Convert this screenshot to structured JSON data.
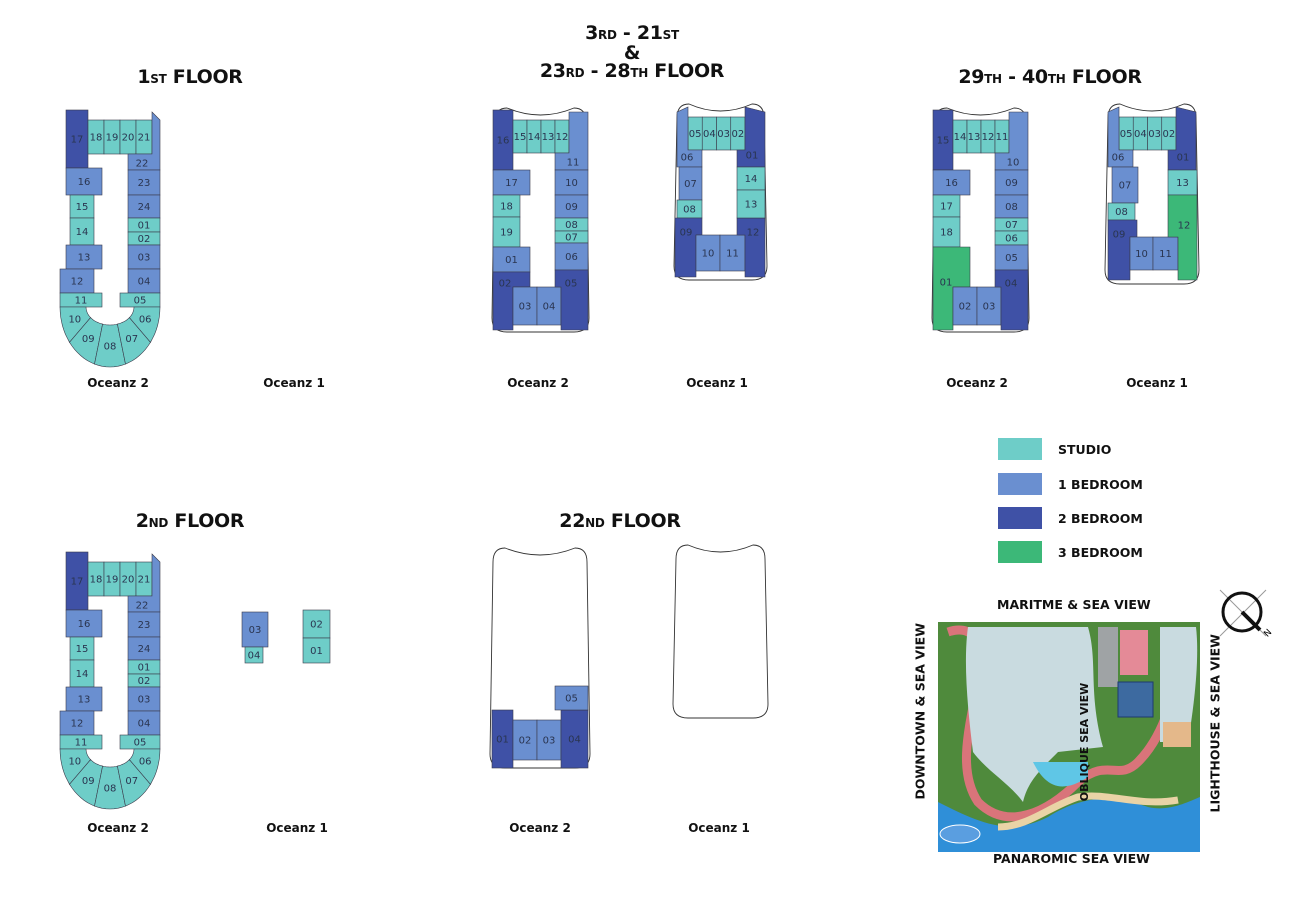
{
  "titles": {
    "floor_1": [
      {
        "t": "1"
      },
      {
        "t": "ST"
      },
      {
        "t": " FLOOR"
      }
    ],
    "floor_3_28_line1": [
      {
        "t": "3"
      },
      {
        "t": "RD"
      },
      {
        "t": " - 21"
      },
      {
        "t": "ST"
      }
    ],
    "floor_3_28_line2": "&",
    "floor_3_28_line3": [
      {
        "t": "23"
      },
      {
        "t": "RD"
      },
      {
        "t": " - 28"
      },
      {
        "t": "TH"
      },
      {
        "t": " FLOOR"
      }
    ],
    "floor_29_40": [
      {
        "t": "29"
      },
      {
        "t": "TH"
      },
      {
        "t": " - 40"
      },
      {
        "t": "TH"
      },
      {
        "t": " FLOOR"
      }
    ],
    "floor_2": [
      {
        "t": "2"
      },
      {
        "t": "ND"
      },
      {
        "t": " FLOOR"
      }
    ],
    "floor_22": [
      {
        "t": "22"
      },
      {
        "t": "ND"
      },
      {
        "t": " FLOOR"
      }
    ]
  },
  "plans": [
    {
      "id": "f1_o2",
      "caption": "Oceanz 2",
      "units": [
        {
          "n": "17",
          "t": "2br"
        },
        {
          "n": "18",
          "t": "studio"
        },
        {
          "n": "19",
          "t": "studio"
        },
        {
          "n": "20",
          "t": "studio"
        },
        {
          "n": "21",
          "t": "studio"
        },
        {
          "n": "22",
          "t": "1br"
        },
        {
          "n": "16",
          "t": "1br"
        },
        {
          "n": "15",
          "t": "studio"
        },
        {
          "n": "14",
          "t": "studio"
        },
        {
          "n": "13",
          "t": "1br"
        },
        {
          "n": "12",
          "t": "1br"
        },
        {
          "n": "11",
          "t": "studio"
        },
        {
          "n": "23",
          "t": "1br"
        },
        {
          "n": "24",
          "t": "1br"
        },
        {
          "n": "01",
          "t": "studio"
        },
        {
          "n": "02",
          "t": "studio"
        },
        {
          "n": "03",
          "t": "1br"
        },
        {
          "n": "04",
          "t": "1br"
        },
        {
          "n": "05",
          "t": "studio"
        },
        {
          "n": "10",
          "t": "studio"
        },
        {
          "n": "09",
          "t": "studio"
        },
        {
          "n": "08",
          "t": "studio"
        },
        {
          "n": "07",
          "t": "studio"
        },
        {
          "n": "06",
          "t": "studio"
        }
      ]
    },
    {
      "id": "f1_o1",
      "caption": "Oceanz 1",
      "units": []
    },
    {
      "id": "f3_o2",
      "caption": "Oceanz 2",
      "units": [
        {
          "n": "16",
          "t": "2br"
        },
        {
          "n": "15",
          "t": "studio"
        },
        {
          "n": "14",
          "t": "studio"
        },
        {
          "n": "13",
          "t": "studio"
        },
        {
          "n": "12",
          "t": "studio"
        },
        {
          "n": "11",
          "t": "1br"
        },
        {
          "n": "17",
          "t": "1br"
        },
        {
          "n": "18",
          "t": "studio"
        },
        {
          "n": "19",
          "t": "studio"
        },
        {
          "n": "01",
          "t": "1br"
        },
        {
          "n": "02",
          "t": "2br"
        },
        {
          "n": "03",
          "t": "1br"
        },
        {
          "n": "04",
          "t": "1br"
        },
        {
          "n": "10",
          "t": "1br"
        },
        {
          "n": "09",
          "t": "1br"
        },
        {
          "n": "08",
          "t": "studio"
        },
        {
          "n": "07",
          "t": "studio"
        },
        {
          "n": "06",
          "t": "1br"
        },
        {
          "n": "05",
          "t": "2br"
        }
      ]
    },
    {
      "id": "f3_o1",
      "caption": "Oceanz 1",
      "units": [
        {
          "n": "05",
          "t": "studio"
        },
        {
          "n": "04",
          "t": "studio"
        },
        {
          "n": "03",
          "t": "studio"
        },
        {
          "n": "02",
          "t": "studio"
        },
        {
          "n": "06",
          "t": "1br"
        },
        {
          "n": "01",
          "t": "2br"
        },
        {
          "n": "07",
          "t": "1br"
        },
        {
          "n": "08",
          "t": "studio"
        },
        {
          "n": "09",
          "t": "2br"
        },
        {
          "n": "10",
          "t": "1br"
        },
        {
          "n": "11",
          "t": "1br"
        },
        {
          "n": "12",
          "t": "2br"
        },
        {
          "n": "14",
          "t": "studio"
        },
        {
          "n": "13",
          "t": "studio"
        }
      ]
    },
    {
      "id": "f29_o2",
      "caption": "Oceanz 2",
      "units": [
        {
          "n": "15",
          "t": "2br"
        },
        {
          "n": "14",
          "t": "studio"
        },
        {
          "n": "13",
          "t": "studio"
        },
        {
          "n": "12",
          "t": "studio"
        },
        {
          "n": "11",
          "t": "studio"
        },
        {
          "n": "10",
          "t": "1br"
        },
        {
          "n": "16",
          "t": "1br"
        },
        {
          "n": "17",
          "t": "studio"
        },
        {
          "n": "18",
          "t": "studio"
        },
        {
          "n": "01",
          "t": "3br"
        },
        {
          "n": "02",
          "t": "1br"
        },
        {
          "n": "03",
          "t": "1br"
        },
        {
          "n": "09",
          "t": "1br"
        },
        {
          "n": "08",
          "t": "1br"
        },
        {
          "n": "07",
          "t": "studio"
        },
        {
          "n": "06",
          "t": "studio"
        },
        {
          "n": "05",
          "t": "1br"
        },
        {
          "n": "04",
          "t": "2br"
        }
      ]
    },
    {
      "id": "f29_o1",
      "caption": "Oceanz 1",
      "units": [
        {
          "n": "05",
          "t": "studio"
        },
        {
          "n": "04",
          "t": "studio"
        },
        {
          "n": "03",
          "t": "studio"
        },
        {
          "n": "02",
          "t": "studio"
        },
        {
          "n": "06",
          "t": "1br"
        },
        {
          "n": "01",
          "t": "2br"
        },
        {
          "n": "07",
          "t": "1br"
        },
        {
          "n": "08",
          "t": "studio"
        },
        {
          "n": "09",
          "t": "2br"
        },
        {
          "n": "10",
          "t": "1br"
        },
        {
          "n": "11",
          "t": "1br"
        },
        {
          "n": "13",
          "t": "studio"
        },
        {
          "n": "12",
          "t": "3br"
        }
      ]
    },
    {
      "id": "f2_o2",
      "caption": "Oceanz 2",
      "units": [
        {
          "n": "17",
          "t": "2br"
        },
        {
          "n": "18",
          "t": "studio"
        },
        {
          "n": "19",
          "t": "studio"
        },
        {
          "n": "20",
          "t": "studio"
        },
        {
          "n": "21",
          "t": "studio"
        },
        {
          "n": "22",
          "t": "1br"
        },
        {
          "n": "16",
          "t": "1br"
        },
        {
          "n": "15",
          "t": "studio"
        },
        {
          "n": "14",
          "t": "studio"
        },
        {
          "n": "13",
          "t": "1br"
        },
        {
          "n": "12",
          "t": "1br"
        },
        {
          "n": "11",
          "t": "studio"
        },
        {
          "n": "23",
          "t": "1br"
        },
        {
          "n": "24",
          "t": "1br"
        },
        {
          "n": "01",
          "t": "studio"
        },
        {
          "n": "02",
          "t": "studio"
        },
        {
          "n": "03",
          "t": "1br"
        },
        {
          "n": "04",
          "t": "1br"
        },
        {
          "n": "05",
          "t": "studio"
        },
        {
          "n": "10",
          "t": "studio"
        },
        {
          "n": "09",
          "t": "studio"
        },
        {
          "n": "08",
          "t": "studio"
        },
        {
          "n": "07",
          "t": "studio"
        },
        {
          "n": "06",
          "t": "studio"
        }
      ]
    },
    {
      "id": "f2_o1",
      "caption": "Oceanz 1",
      "units": [
        {
          "n": "03",
          "t": "1br"
        },
        {
          "n": "04",
          "t": "studio"
        },
        {
          "n": "02",
          "t": "studio"
        },
        {
          "n": "01",
          "t": "studio"
        }
      ]
    },
    {
      "id": "f22_o2",
      "caption": "Oceanz 2",
      "units": [
        {
          "n": "01",
          "t": "2br"
        },
        {
          "n": "02",
          "t": "1br"
        },
        {
          "n": "03",
          "t": "1br"
        },
        {
          "n": "04",
          "t": "2br"
        },
        {
          "n": "05",
          "t": "1br"
        }
      ]
    },
    {
      "id": "f22_o1",
      "caption": "Oceanz 1",
      "units": []
    }
  ],
  "legend": [
    {
      "type": "studio",
      "label": "STUDIO",
      "color": "#6ecdc8"
    },
    {
      "type": "1br",
      "label": "1 BEDROOM",
      "color": "#6a8fd0"
    },
    {
      "type": "2br",
      "label": "2 BEDROOM",
      "color": "#3f51a6"
    },
    {
      "type": "3br",
      "label": "3 BEDROOM",
      "color": "#3cb878"
    }
  ],
  "site": {
    "north": "MARITME & SEA VIEW",
    "south": "PANAROMIC SEA VIEW",
    "west": "DOWNTOWN & SEA VIEW",
    "east": "LIGHTHOUSE & SEA VIEW",
    "center": "OBLIQUE SEA VIEW",
    "compass_letter": "N"
  }
}
